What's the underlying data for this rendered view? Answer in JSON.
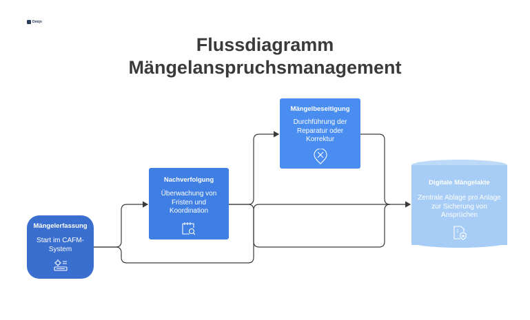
{
  "logo": {
    "text": "Dmijn"
  },
  "title": {
    "line1": "Flussdiagramm",
    "line2": "Mängelanspruchsmanagement"
  },
  "nodes": {
    "erfassung": {
      "title": "Mängelerfassung",
      "text": "Start im CAFM-System",
      "icon": "settings-list-icon"
    },
    "nachverfolgung": {
      "title": "Nachverfolgung",
      "text": "Überwachung von Fristen und Koordination",
      "icon": "calendar-search-icon"
    },
    "beseitigung": {
      "title": "Mängelbeseitigung",
      "text": "Durchführung der Reparatur oder Korrektur",
      "icon": "tools-pin-icon"
    },
    "akte": {
      "title": "Digitale Mängelakte",
      "text": "Zentrale Ablage pro Anlage zur Sicherung von Ansprüchen",
      "icon": "document-shield-icon"
    }
  },
  "colors": {
    "erfassung": "#3a6fd0",
    "nachverfolgung": "#3f7fe3",
    "beseitigung": "#4a8df0",
    "akte": "#a7cdf6",
    "connector": "#3a3a3a"
  }
}
